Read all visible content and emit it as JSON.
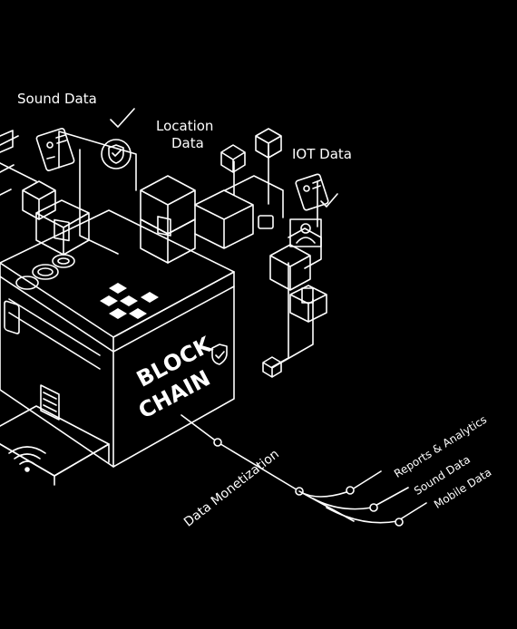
{
  "labels": {
    "sound_data": "Sound Data",
    "location_data_line1": "Location",
    "location_data_line2": "Data",
    "iot_data": "IOT Data"
  },
  "block": {
    "line1": "BLOCK",
    "line2": "CHAIN"
  },
  "monetization": {
    "title": "Data Monetization",
    "branches": [
      "Reports & Analytics",
      "Sound Data",
      "Mobile Data"
    ]
  },
  "colors": {
    "background": "#000000",
    "stroke": "#ffffff"
  },
  "icons": [
    "check-icon",
    "shield-check-icon",
    "id-card-icon",
    "document-icon",
    "cube-icon",
    "user-icon",
    "phone-icon",
    "wifi-icon",
    "logo-icon",
    "coins-icon"
  ]
}
